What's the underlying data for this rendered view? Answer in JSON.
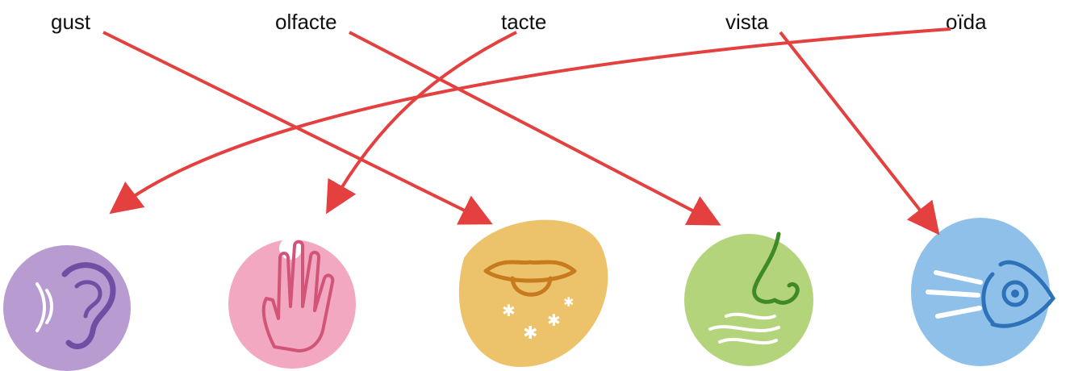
{
  "labels": {
    "gust": "gust",
    "olfacte": "olfacte",
    "tacte": "tacte",
    "vista": "vista",
    "oida": "oïda"
  },
  "icons": [
    "ear-icon",
    "hand-icon",
    "mouth-icon",
    "nose-icon",
    "eye-icon"
  ],
  "colors": {
    "arrow": "#e3403f",
    "ear_bg": "#b89bd0",
    "hand_bg": "#f1a8c0",
    "mouth_bg": "#ecc36a",
    "nose_bg": "#b4d47b",
    "eye_bg": "#8ec0ea"
  }
}
